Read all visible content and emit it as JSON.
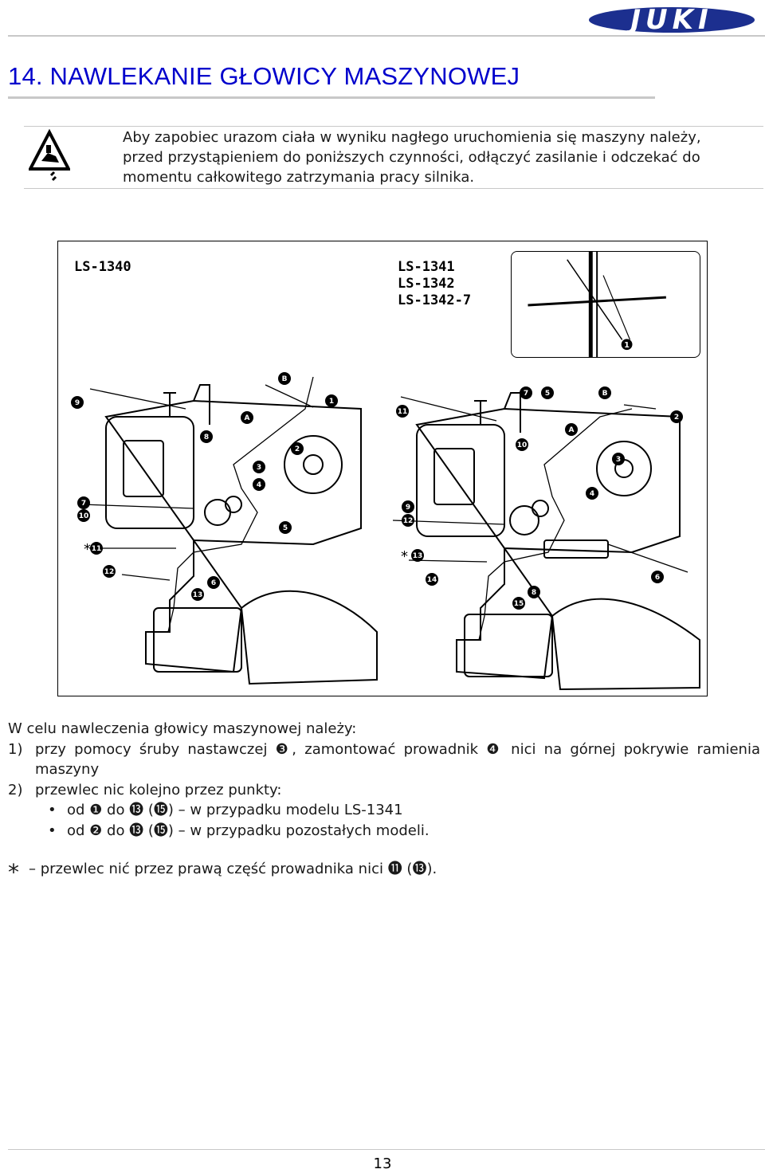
{
  "header": {
    "logo_text": "JUKI",
    "title": "14. NAWLEKANIE GŁOWICY MASZYNOWEJ"
  },
  "warning": {
    "icon": "hand-crush-warning-icon",
    "lines": [
      "Aby zapobiec urazom ciała w wyniku nagłego uruchomienia się maszyny należy,",
      "przed przystąpieniem do poniższych czynności, odłączyć zasilanie i odczekać do",
      "momentu całkowitego zatrzymania pracy silnika."
    ]
  },
  "figure": {
    "left_model": "LS-1340",
    "right_models": [
      "LS-1341",
      "LS-1342",
      "LS-1342-7"
    ],
    "callouts_left": [
      "9",
      "B",
      "1",
      "A",
      "8",
      "2",
      "3",
      "4",
      "7",
      "10",
      "5",
      "11",
      "12",
      "6",
      "13"
    ],
    "callouts_right": [
      "11",
      "7",
      "5",
      "B",
      "2",
      "A",
      "10",
      "3",
      "4",
      "9",
      "12",
      "13",
      "14",
      "6",
      "8",
      "15"
    ],
    "callout_inset": "1",
    "star_marks": [
      "*",
      "*"
    ]
  },
  "instructions": {
    "intro": "W celu nawleczenia głowicy maszynowej należy:",
    "step1_num": "1)",
    "step1_line1": "przy pomocy śruby nastawczej ❸, zamontować prowadnik ❹ nici na górnej pokrywie ramienia",
    "step1_line2": "maszyny",
    "step2_num": "2)",
    "step2_text": "przewlec nic kolejno przez punkty:",
    "bullets": [
      "od ❶ do ⓭ (⓯) – w przypadku modelu LS-1341",
      "od ❷ do ⓭ (⓯) – w przypadku pozostałych modeli."
    ],
    "star": "*",
    "footnote": "– przewlec  nić przez prawą część prowadnika nici ⓫ (⓭)."
  },
  "footer": {
    "page_number": "13"
  }
}
